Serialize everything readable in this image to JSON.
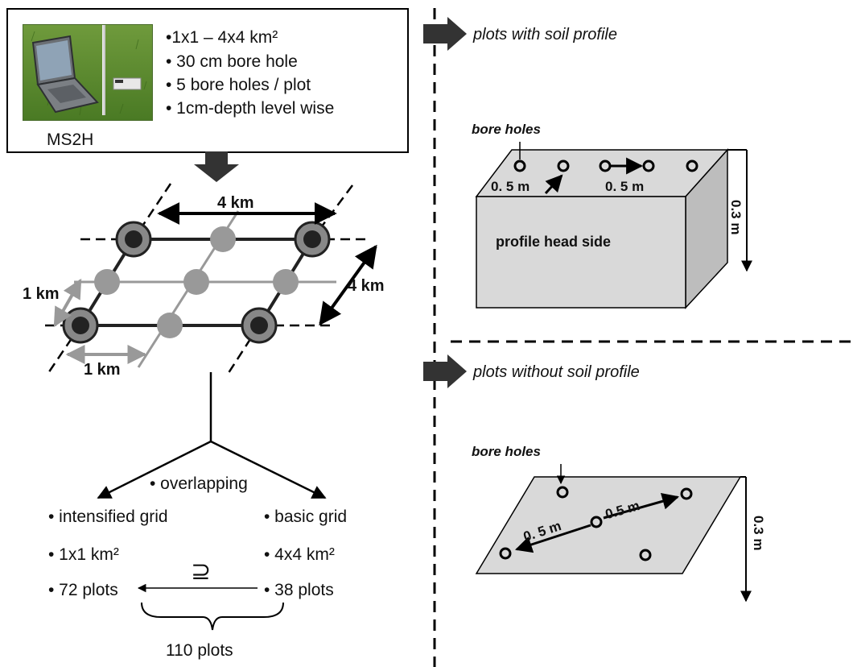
{
  "instrument": {
    "name": "MS2H",
    "specs": [
      "•1x1 – 4x4 km²",
      "• 30 cm bore hole",
      "• 5 bore holes / plot",
      "• 1cm-depth level wise"
    ]
  },
  "grid": {
    "top_label": "4 km",
    "side_label": "4 km",
    "left_label": "1 km",
    "bottom_label": "1 km"
  },
  "branches": {
    "overlapping": "• overlapping",
    "left": [
      "• intensified grid",
      "• 1x1 km²",
      "• 72 plots"
    ],
    "right": [
      "• basic grid",
      "• 4x4 km²",
      "• 38 plots"
    ],
    "relation": "⊇",
    "total": "110 plots"
  },
  "with_profile": {
    "heading": "plots with soil profile",
    "bore_label": "bore holes",
    "spacing_a": "0. 5 m",
    "spacing_b": "0. 5 m",
    "face_label": "profile head side",
    "depth": "0.3 m"
  },
  "without_profile": {
    "heading": "plots without soil profile",
    "bore_label": "bore holes",
    "spacing_a": "0. 5 m",
    "spacing_b": "0.5 m",
    "depth": "0.3 m"
  },
  "colors": {
    "grid_dark": "#333333",
    "grid_point": "#999999",
    "grid_arrow": "#999999",
    "box_face": "#d9d9d9",
    "box_side": "#c0c0c0",
    "arrow_fill": "#333333",
    "grass": "#5a8a30"
  },
  "icons": [
    "laptop-field-photo",
    "block-arrow-right-icon",
    "block-arrow-down-icon"
  ]
}
